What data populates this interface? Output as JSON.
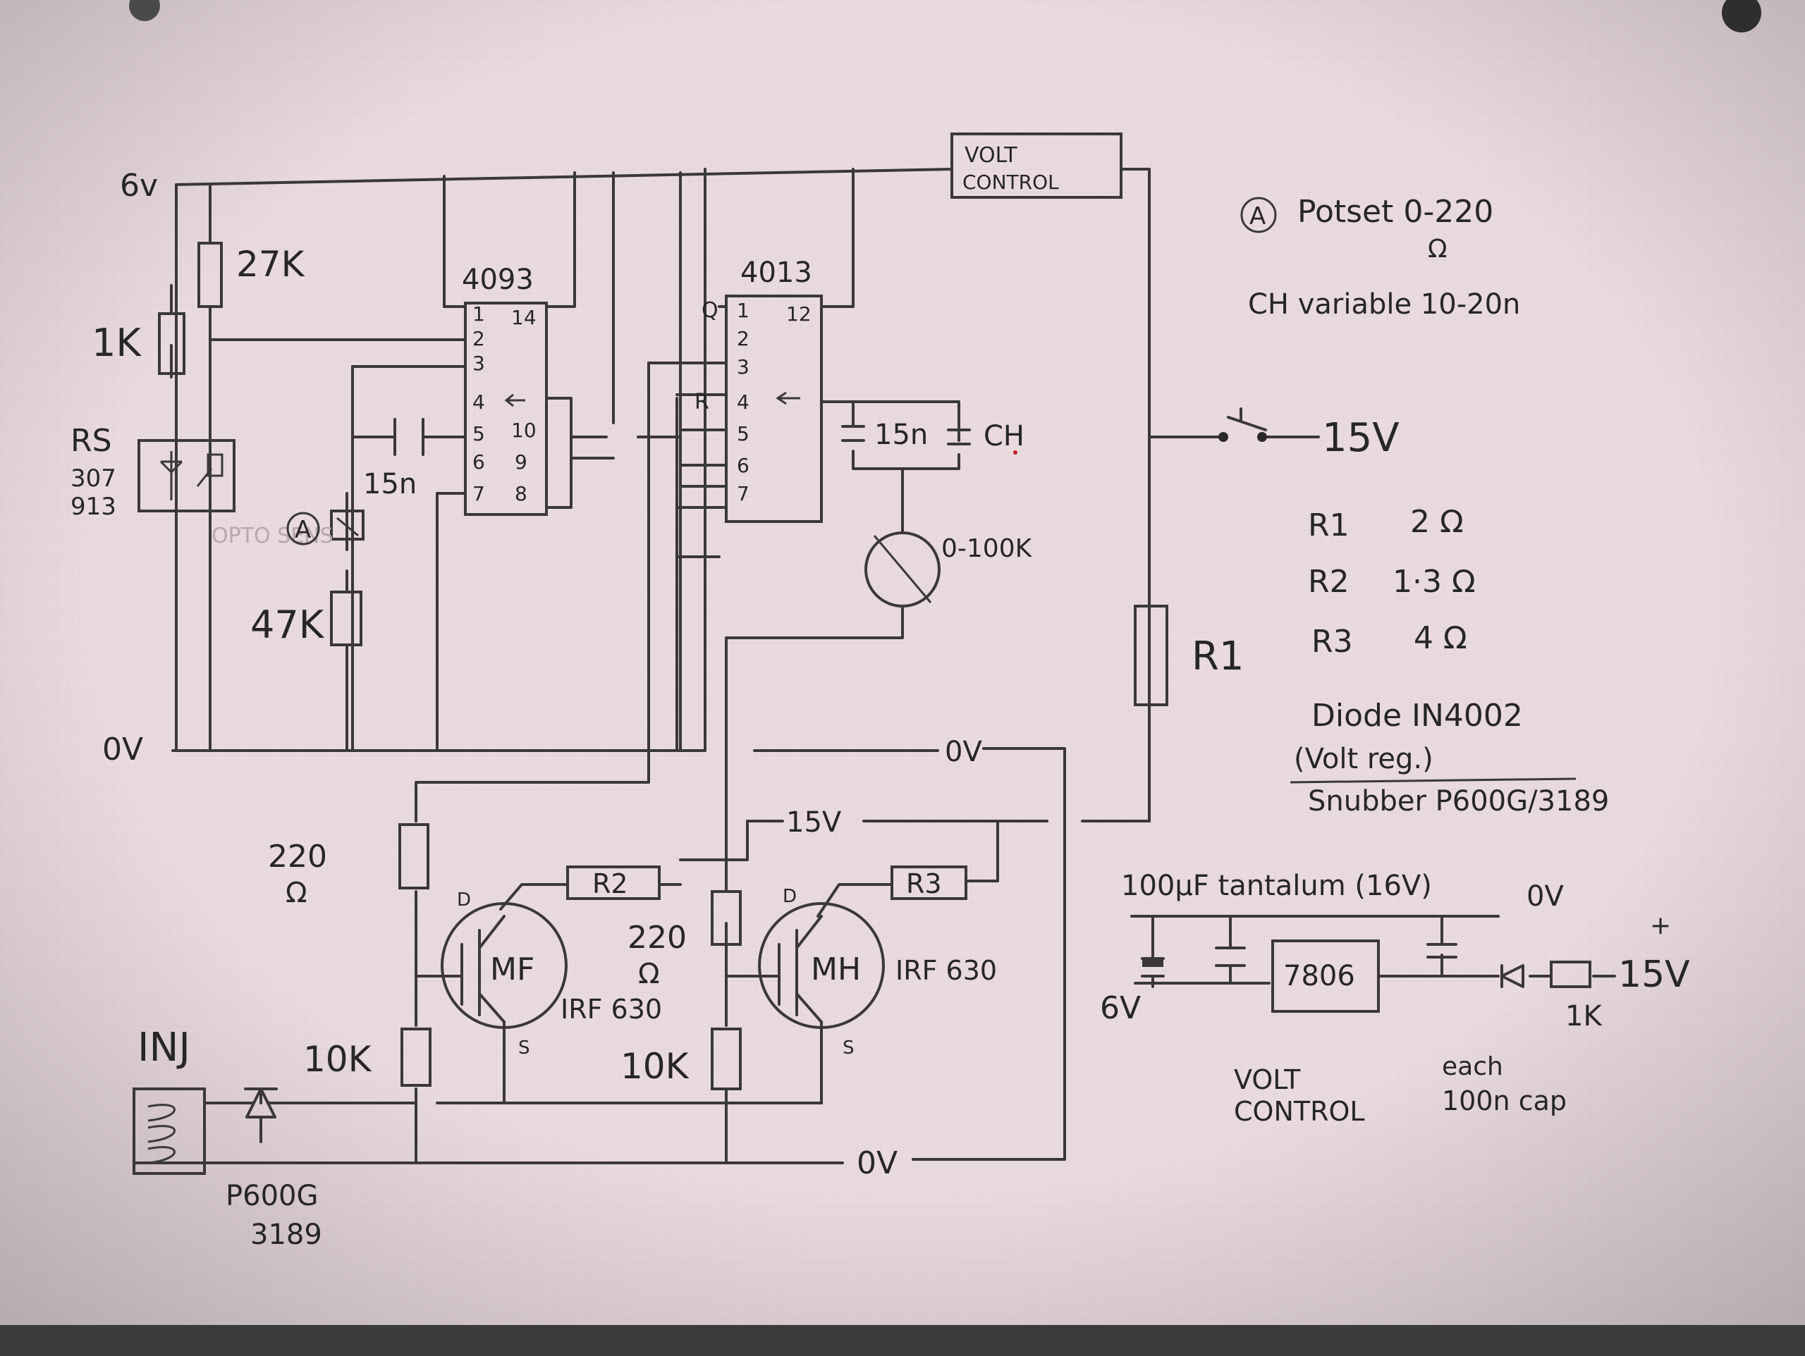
{
  "colors": {
    "paper": "#e8d9dc",
    "ink": "#2a2828",
    "grid": "#d9c6ca",
    "red_dot": "#c0202a"
  },
  "supply": {
    "v6": "6v",
    "zero": "0V",
    "zero2": "0V",
    "zero3": "0V",
    "v15": "15V",
    "v15b": "15V"
  },
  "volt_control_box": {
    "line1": "VOLT",
    "line2": "CONTROL"
  },
  "ic1": {
    "name": "4093",
    "left_pins": [
      "1",
      "2",
      "3",
      "4",
      "5",
      "6",
      "7"
    ],
    "right_pins": [
      "14",
      "10",
      "9",
      "8"
    ]
  },
  "ic2": {
    "name": "4013",
    "q": "Q",
    "r": "R",
    "left_pins": [
      "1",
      "2",
      "3",
      "4",
      "5",
      "6",
      "7"
    ],
    "right_pins": [
      "12"
    ]
  },
  "resistors": {
    "r27k": "27K",
    "r1k": "1K",
    "r47k": "47K",
    "r220a": "220",
    "ohm_a": "Ω",
    "r220b": "220",
    "ohm_b": "Ω",
    "r10ka": "10K",
    "r10kb": "10K",
    "r2": "R2",
    "r3": "R3",
    "r1": "R1",
    "pot": "0-100K",
    "reg_1k": "1K"
  },
  "caps": {
    "c15a": "15n",
    "c15b": "15n",
    "ch": "CH"
  },
  "sensor": {
    "name": "RS",
    "num1": "307",
    "num2": "913",
    "faint": "OPTO SENS"
  },
  "marker_a": "A",
  "mosfets": {
    "mf": "MF",
    "mh": "MH",
    "type": "IRF 630",
    "d": "D",
    "s": "S"
  },
  "injector": {
    "label": "INJ",
    "diode": "P600G",
    "diode_num": "3189"
  },
  "notes": {
    "potset_a": "A",
    "potset": "Potset 0-220",
    "potset_unit": "Ω",
    "ch_note": "CH variable 10-20n",
    "r1": "R1",
    "r1v": "2 Ω",
    "r2": "R2",
    "r2v": "1·3 Ω",
    "r3": "R3",
    "r3v": "4 Ω",
    "diode": "Diode IN4002",
    "diode_sub": "(Volt reg.)",
    "snubber": "Snubber P600G/3189"
  },
  "regulator": {
    "cap_note": "100µF tantalum (16V)",
    "zero": "0V",
    "ic": "7806",
    "out": "6V",
    "plus": "+",
    "in": "15V",
    "title1": "VOLT",
    "title2": "CONTROL",
    "each1": "each",
    "each2": "100n cap"
  }
}
